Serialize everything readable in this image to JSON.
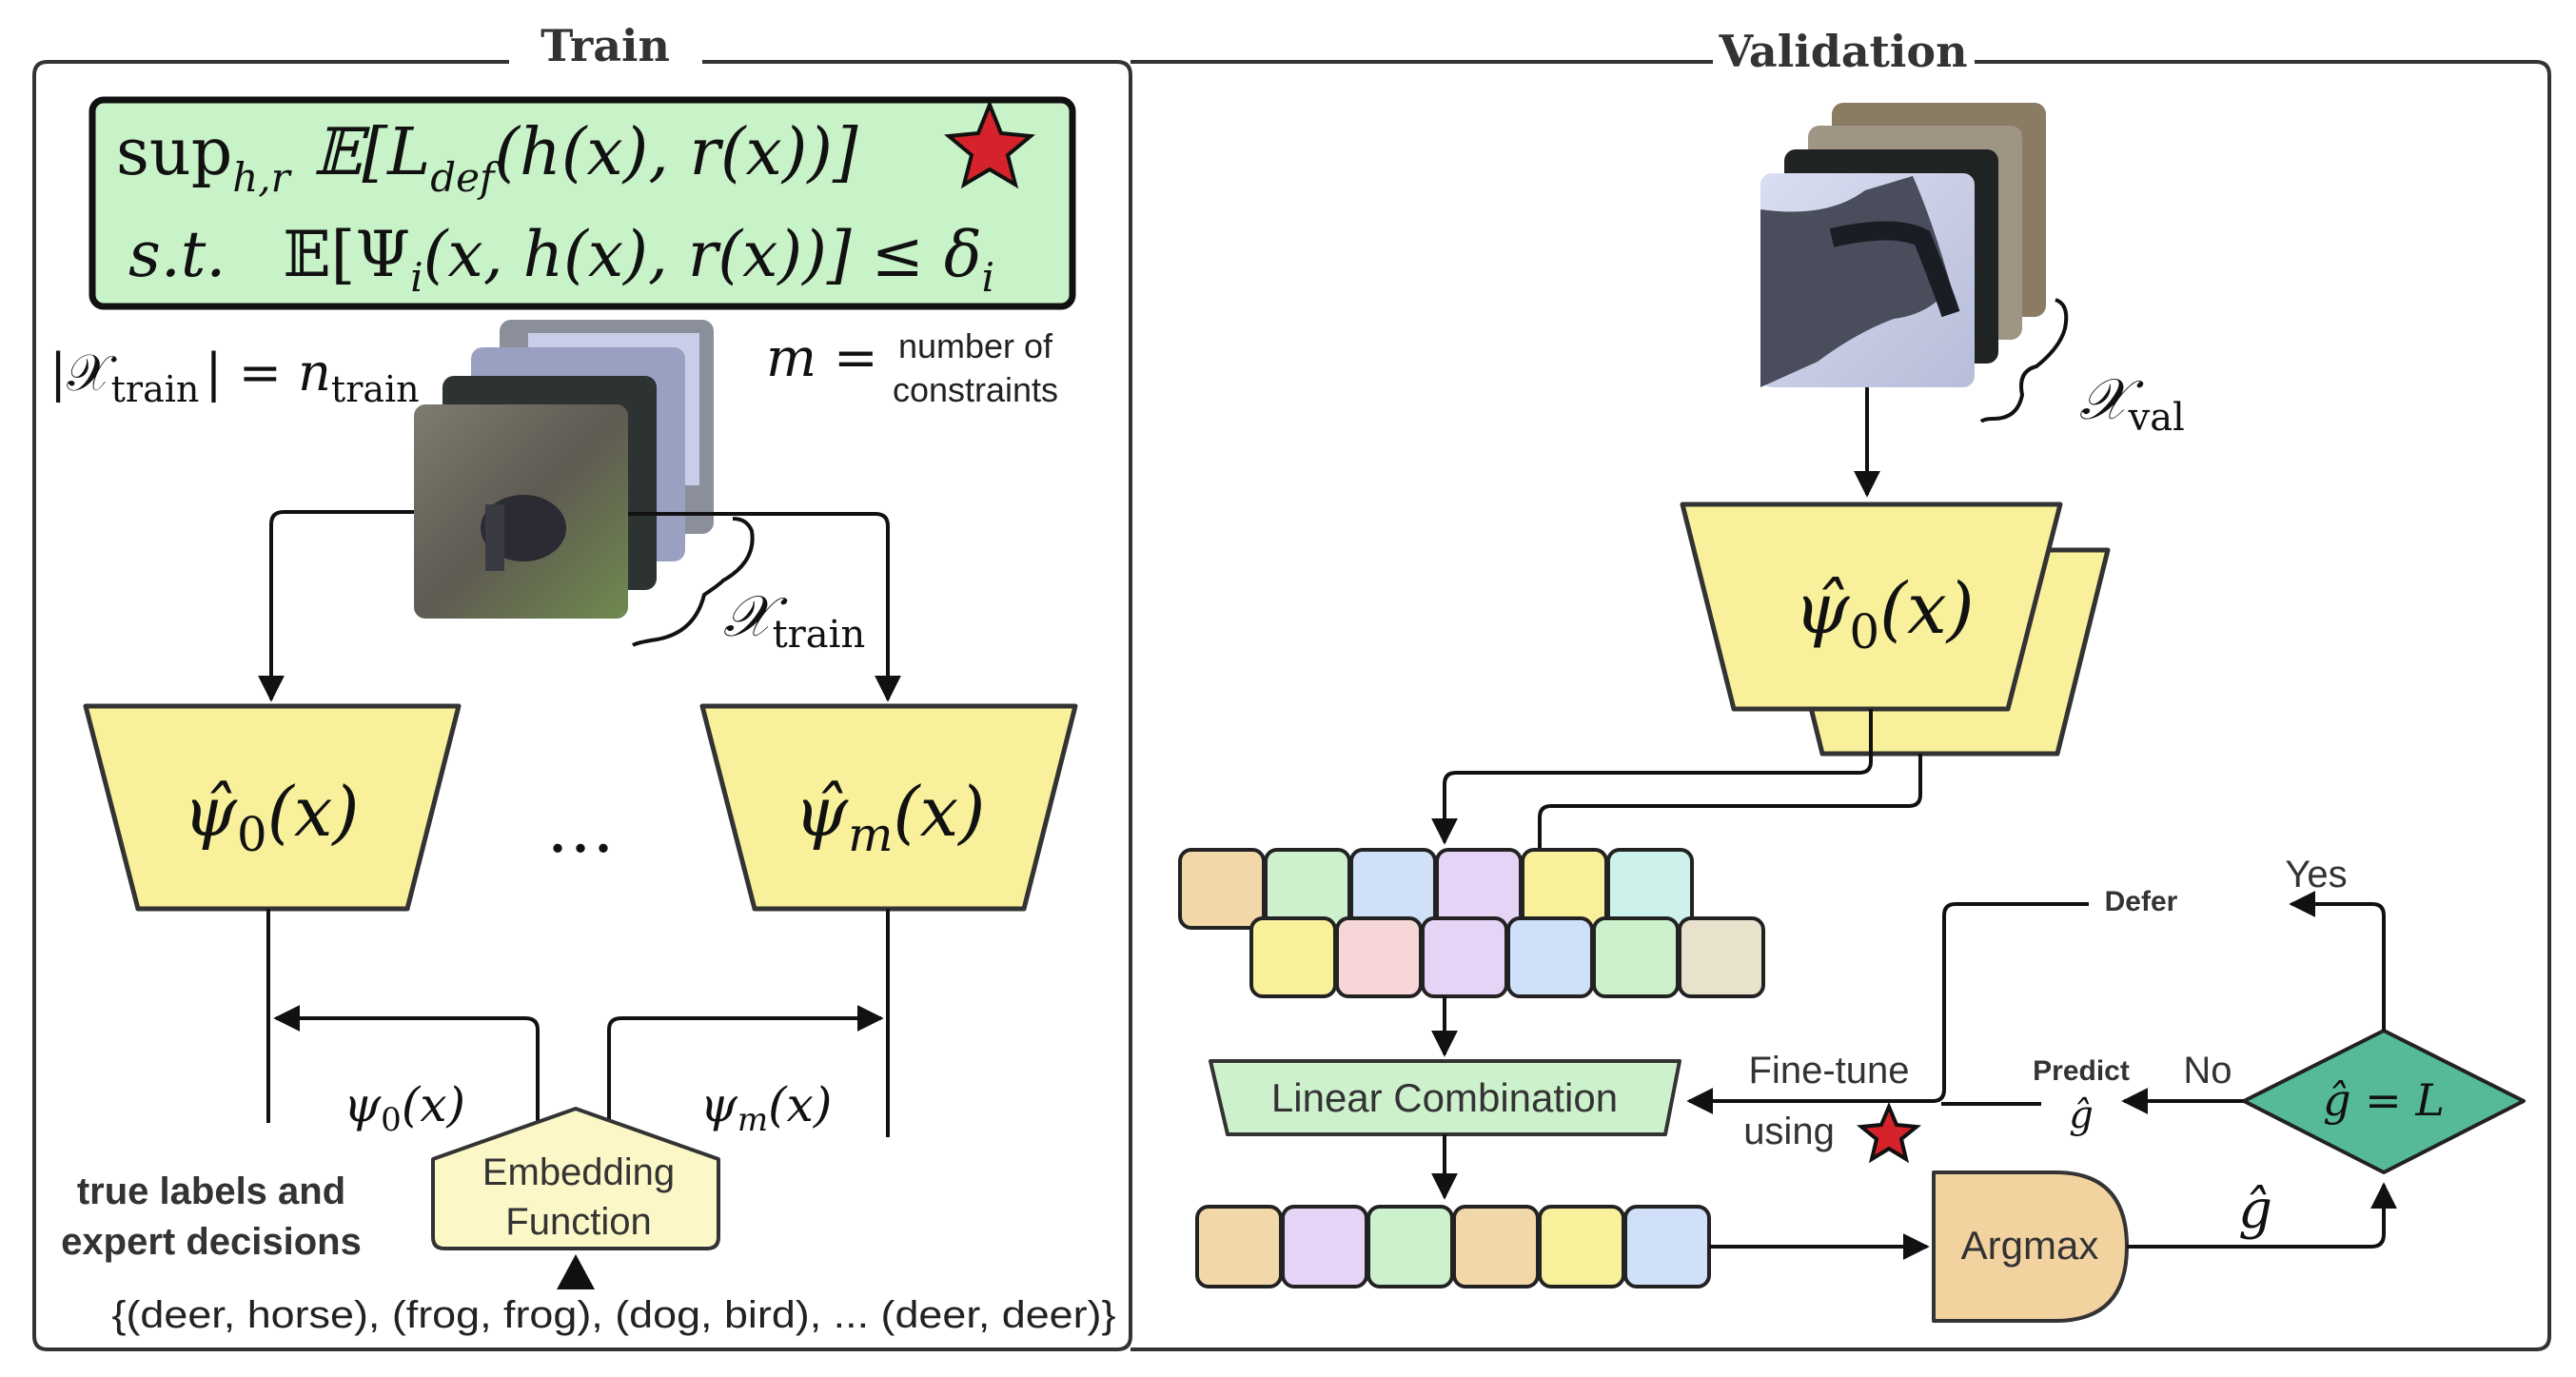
{
  "train": {
    "title": "Train",
    "objective_line1": "sup_{h,r} 𝔼[L_{def}(h(x), r(x))]",
    "objective_sup": "sup",
    "objective_sub": "h,r",
    "objective_rest1": "𝔼[L",
    "objective_def": "def",
    "objective_rest2": "(h(x), r(x))]",
    "constraint_st": "s.t.",
    "constraint_body": "𝔼[Ψ",
    "constraint_i": "i",
    "constraint_rest": "(x, h(x), r(x))] ≤ δ",
    "constraint_delta_i": "i",
    "dataset_size_lhs": "|𝒳",
    "dataset_size_train_sub": "train",
    "dataset_size_mid": "| = n",
    "dataset_size_train_sub2": "train",
    "m_label": "m =",
    "m_desc_line1": "number of",
    "m_desc_line2": "constraints",
    "x_train_label": "𝒳",
    "x_train_sub": "train",
    "model0_label": "ψ̂",
    "model0_sub": "0",
    "model0_arg": "(x)",
    "modelm_label": "ψ̂",
    "modelm_sub": "m",
    "modelm_arg": "(x)",
    "ellipsis": "…",
    "psi0_out": "ψ",
    "psi0_out_sub": "0",
    "psi0_out_arg": "(x)",
    "psim_out": "ψ",
    "psim_out_sub": "m",
    "psim_out_arg": "(x)",
    "embed_line1": "Embedding",
    "embed_line2": "Function",
    "labels_line1": "true labels and",
    "labels_line2": "expert decisions",
    "pairs": "{(deer, horse), (frog, frog), (dog, bird), ... (deer, deer)}"
  },
  "validation": {
    "title": "Validation",
    "x_val_label": "𝒳",
    "x_val_sub": "val",
    "model_label": "ψ̂",
    "model_sub": "0",
    "model_arg": "(x)",
    "linear_combination": "Linear Combination",
    "fine_tune_line1": "Fine-tune",
    "fine_tune_line2": "using",
    "defer": "Defer",
    "yes": "Yes",
    "no": "No",
    "predict": "Predict",
    "predict_g": "ĝ",
    "decision": "ĝ = L",
    "argmax": "Argmax",
    "g_hat": "ĝ"
  },
  "colors": {
    "objective_fill": "#c8f2c8",
    "model_fill": "#f8f09a",
    "embed_fill": "#fbf7c6",
    "linear_fill": "#cdf1cc",
    "argmax_fill": "#f2d3a0",
    "decision_fill": "#55b99a",
    "star": "#d6222a"
  }
}
